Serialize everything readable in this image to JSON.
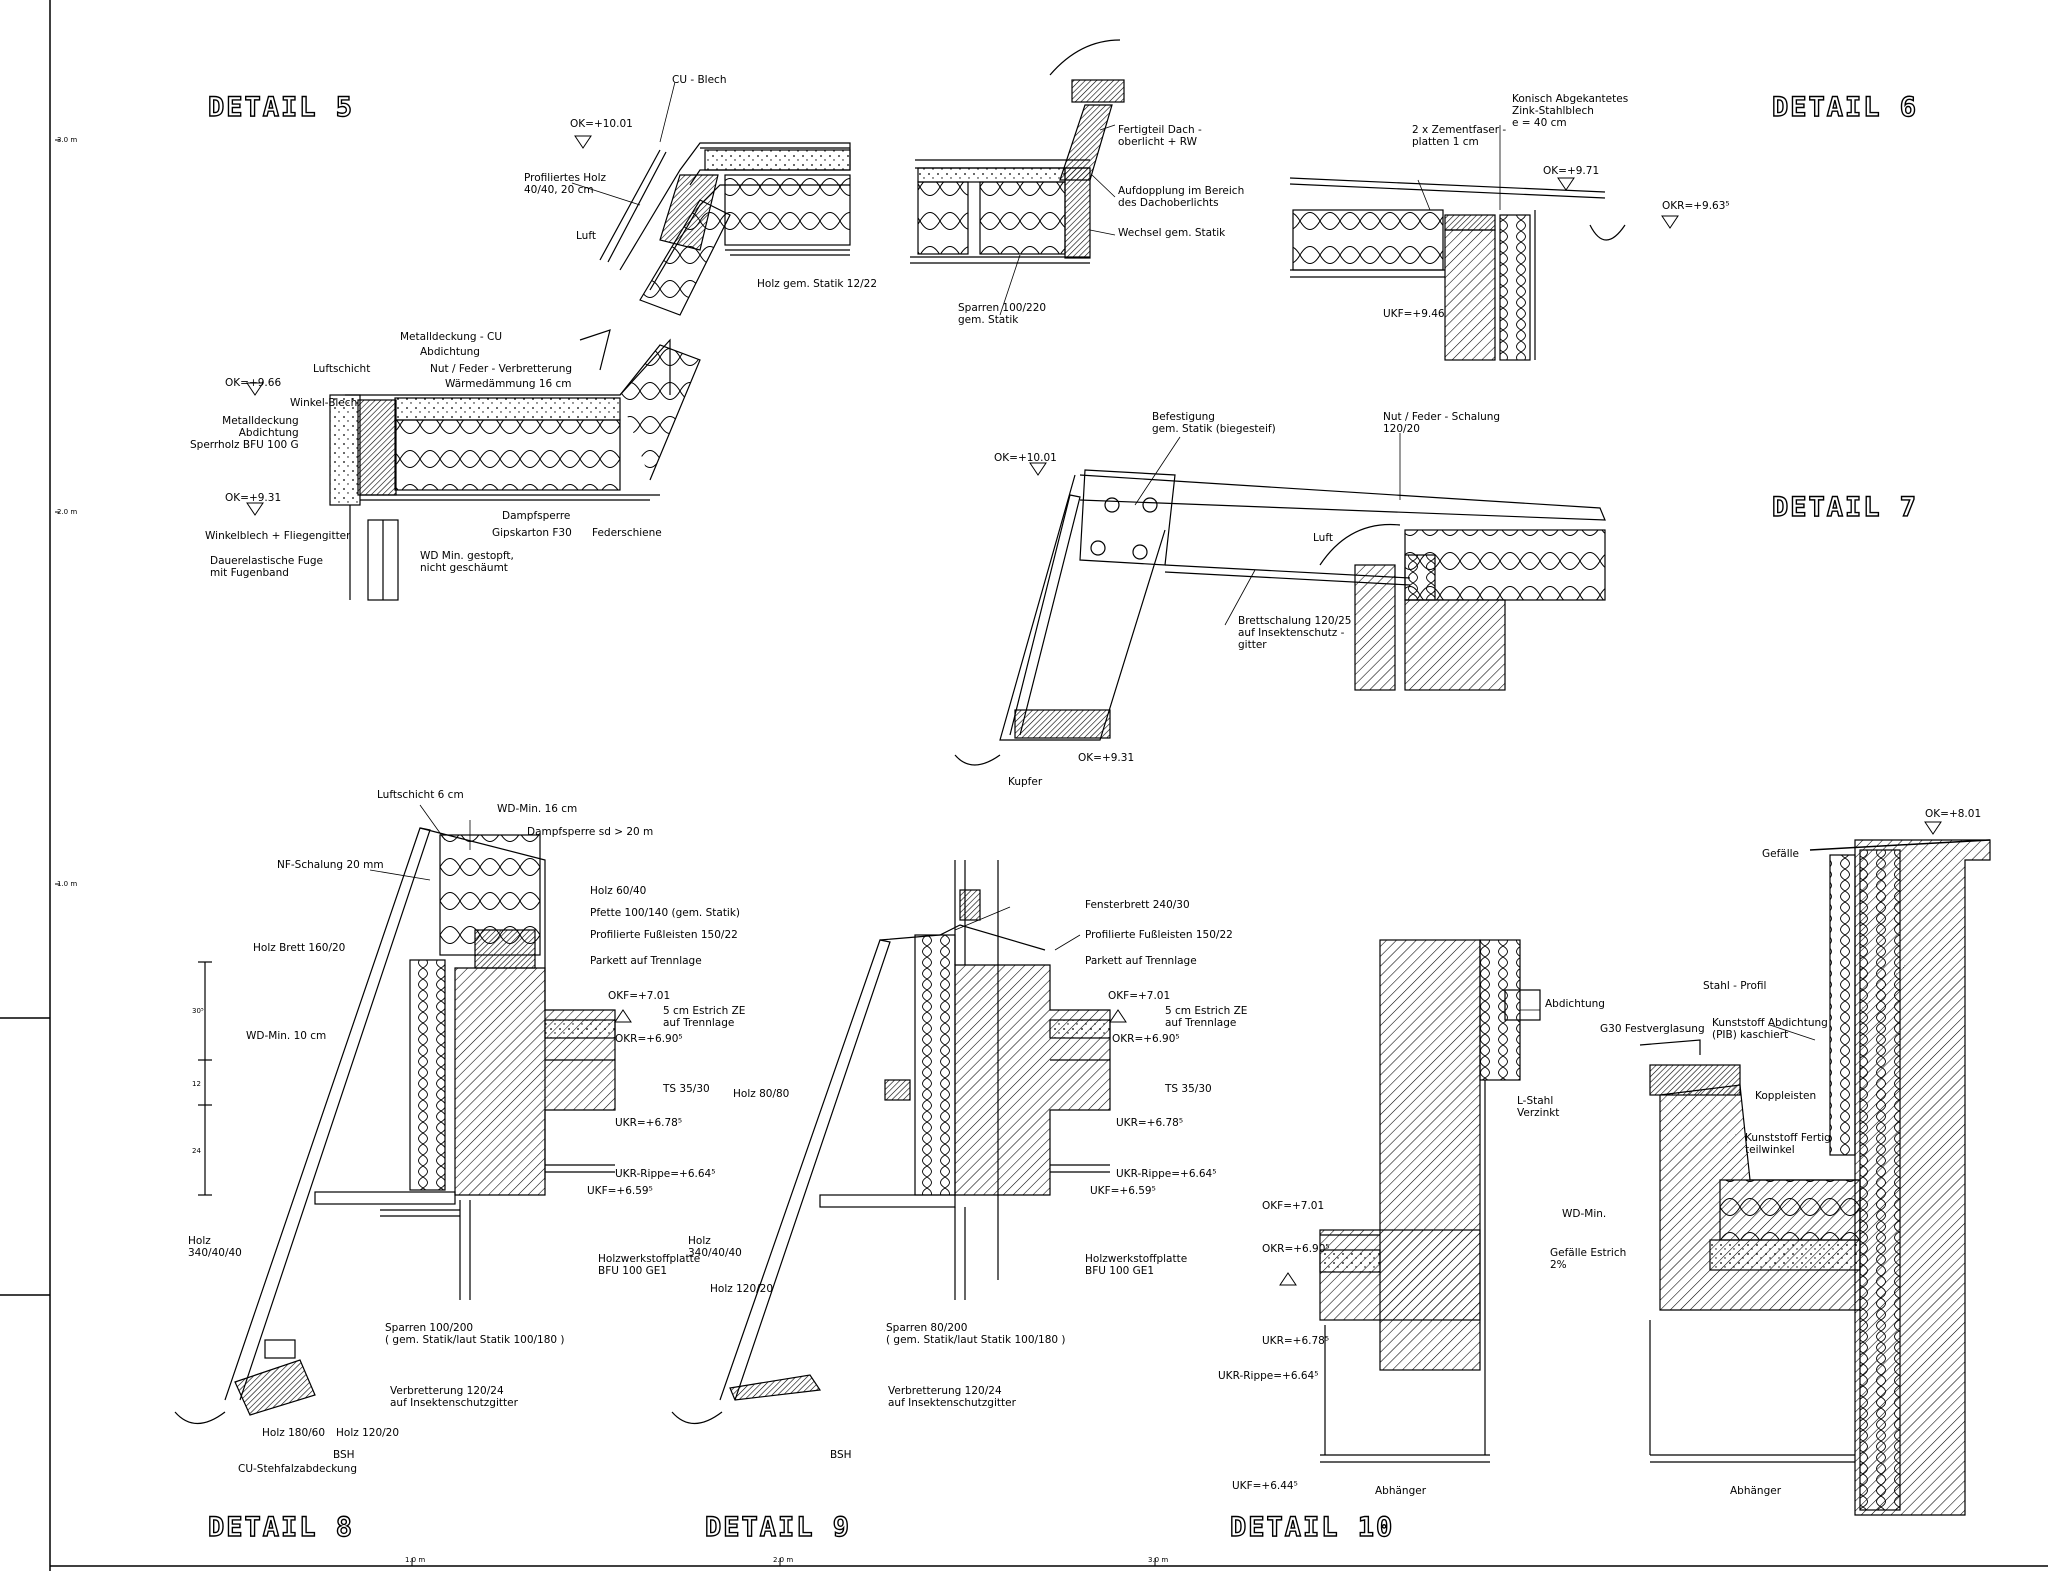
{
  "titles": {
    "d5": "DETAIL 5",
    "d6": "DETAIL 6",
    "d7": "DETAIL 7",
    "d8": "DETAIL 8",
    "d9": "DETAIL 9",
    "d10": "DETAIL 10"
  },
  "scale_marks": {
    "left_3": "3.0 m",
    "left_2": "2.0 m",
    "left_1": "1.0 m",
    "bottom_1": "1.0 m",
    "bottom_2": "2.0 m",
    "bottom_3": "3.0 m"
  },
  "labels": {
    "cu_blech": "CU - Blech",
    "ok_1001_a": "OK=+10.01",
    "profiliertes_holz": "Profiliertes Holz\n40/40, 20 cm",
    "luft_a": "Luft",
    "holz_statik_1222": "Holz gem. Statik 12/22",
    "fertigteil": "Fertigteil Dach -\noberlicht + RW",
    "aufdopplung": "Aufdopplung im Bereich\ndes Dachoberlichts",
    "wechsel": "Wechsel gem. Statik",
    "sparren_100_220": "Sparren 100/220\ngem. Statik",
    "zementfaser": "2 x Zementfaser -\nplatten 1 cm",
    "konisch": "Konisch Abgekantetes\nZink-Stahlblech\ne = 40 cm",
    "ok_971": "OK=+9.71",
    "okr_963": "OKR=+9.63⁵",
    "ukf_946": "UKF=+9.46",
    "metalldeckung_cu": "Metalldeckung - CU",
    "abdichtung_a": "Abdichtung",
    "luftschicht_a": "Luftschicht",
    "nut_feder_a": "Nut / Feder - Verbretterung",
    "winkel_blech": "Winkel-Blech",
    "waermedaemmung": "Wärmedämmung 16 cm",
    "ok_966": "OK=+9.66",
    "metalldeckung_stack": "Metalldeckung\nAbdichtung\nSperrholz BFU 100 G",
    "ok_931_a": "OK=+9.31",
    "winkelblech_fliegengitter": "Winkelblech + Fliegengitter",
    "dauerelastische": "Dauerelastische Fuge\nmit Fugenband",
    "wd_min_gestopft": "WD Min. gestopft,\nnicht geschäumt",
    "dampfsperre_a": "Dampfsperre",
    "gipskarton": "Gipskarton F30",
    "federschiene": "Federschiene",
    "befestigung": "Befestigung\ngem. Statik (biegesteif)",
    "nut_feder_schalung": "Nut / Feder - Schalung\n120/20",
    "ok_1001_b": "OK=+10.01",
    "luft_b": "Luft",
    "brettschalung": "Brettschalung 120/25\nauf Insektenschutz -\ngitter",
    "ok_931_b": "OK=+9.31",
    "kupfer": "Kupfer",
    "luftschicht_6": "Luftschicht 6 cm",
    "wd_min_16": "WD-Min. 16 cm",
    "dampfsperre_sd": "Dampfsperre sd > 20 m",
    "nf_schalung": "NF-Schalung 20 mm",
    "holz_60_40": "Holz 60/40",
    "pfette": "Pfette 100/140 (gem. Statik)",
    "fussleisten_a": "Profilierte Fußleisten 150/22",
    "holz_brett": "Holz Brett 160/20",
    "parkett_a": "Parkett auf Trennlage",
    "okf_701_a": "OKF=+7.01",
    "estrich_a": "5 cm Estrich ZE\nauf Trennlage",
    "okr_690_a": "OKR=+6.90⁵",
    "wd_min_10": "WD-Min. 10 cm",
    "ts_a": "TS 35/30",
    "ukr_678_a": "UKR=+6.78⁵",
    "ukr_rippe_a": "UKR-Rippe=+6.64⁵",
    "ukf_659_a": "UKF=+6.59⁵",
    "holz_340_a": "Holz\n340/40/40",
    "holzwerkstoff_a": "Holzwerkstoffplatte\nBFU 100 GE1",
    "sparren_100_200": "Sparren 100/200\n( gem. Statik/laut Statik 100/180 )",
    "verbretterung_a": "Verbretterung 120/24\nauf Insektenschutzgitter",
    "holz_180_60": "Holz 180/60",
    "holz_120_20_a": "Holz 120/20",
    "bsh_a": "BSH",
    "cu_stehfalz": "CU-Stehfalzabdeckung",
    "dim_a": "30⁵",
    "dim_b": "12",
    "dim_c": "24",
    "fensterbrett": "Fensterbrett 240/30",
    "fussleisten_b": "Profilierte Fußleisten 150/22",
    "parkett_b": "Parkett auf Trennlage",
    "okf_701_b": "OKF=+7.01",
    "estrich_b": "5 cm Estrich ZE\nauf Trennlage",
    "okr_690_b": "OKR=+6.90⁵",
    "holz_80_80": "Holz 80/80",
    "ts_b": "TS 35/30",
    "ukr_678_b": "UKR=+6.78⁵",
    "ukr_rippe_b": "UKR-Rippe=+6.64⁵",
    "ukf_659_b": "UKF=+6.59⁵",
    "holz_340_b": "Holz\n340/40/40",
    "holzwerkstoff_b": "Holzwerkstoffplatte\nBFU 100 GE1",
    "holz_120_20_b": "Holz 120/20",
    "sparren_80_200": "Sparren 80/200\n( gem. Statik/laut Statik 100/180 )",
    "verbretterung_b": "Verbretterung 120/24\nauf Insektenschutzgitter",
    "bsh_b": "BSH",
    "ok_801": "OK=+8.01",
    "gefaelle": "Gefälle",
    "abdichtung_b": "Abdichtung",
    "stahl_profil": "Stahl - Profil",
    "g30": "G30 Festverglasung",
    "kunststoff_abd": "Kunststoff Abdichtung\n(PIB) kaschiert",
    "l_stahl": "L-Stahl\nVerzinkt",
    "koppleisten": "Koppleisten",
    "kunststoff_fertig": "Kunststoff Fertig\nteilwinkel",
    "okf_701_c": "OKF=+7.01",
    "okr_690_c": "OKR=+6.90⁵",
    "wd_min": "WD-Min.",
    "gefaelle_estrich": "Gefälle Estrich\n2%",
    "ukr_678_c": "UKR=+6.78⁵",
    "ukr_rippe_c": "UKR-Rippe=+6.64⁵",
    "ukf_644": "UKF=+6.44⁵",
    "abhaenger_a": "Abhänger",
    "abhaenger_b": "Abhänger"
  }
}
